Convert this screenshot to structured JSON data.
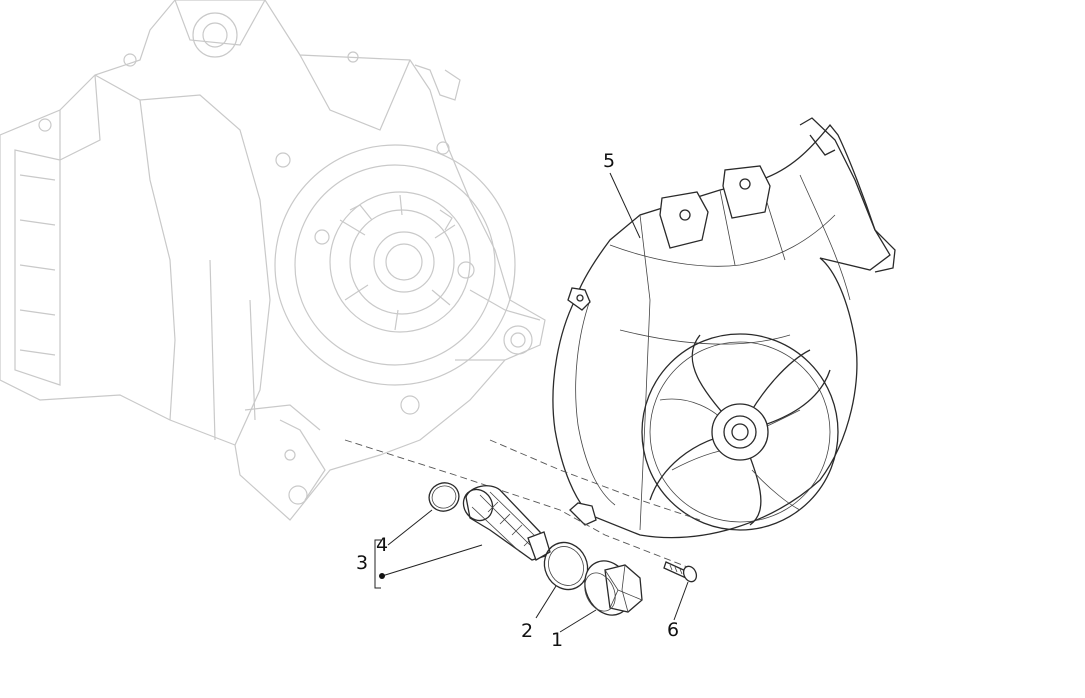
{
  "diagram": {
    "callouts": [
      {
        "id": "5",
        "label": "5"
      },
      {
        "id": "4",
        "label": "4"
      },
      {
        "id": "3",
        "label": "3"
      },
      {
        "id": "2",
        "label": "2"
      },
      {
        "id": "1",
        "label": "1"
      },
      {
        "id": "6",
        "label": "6"
      }
    ]
  }
}
